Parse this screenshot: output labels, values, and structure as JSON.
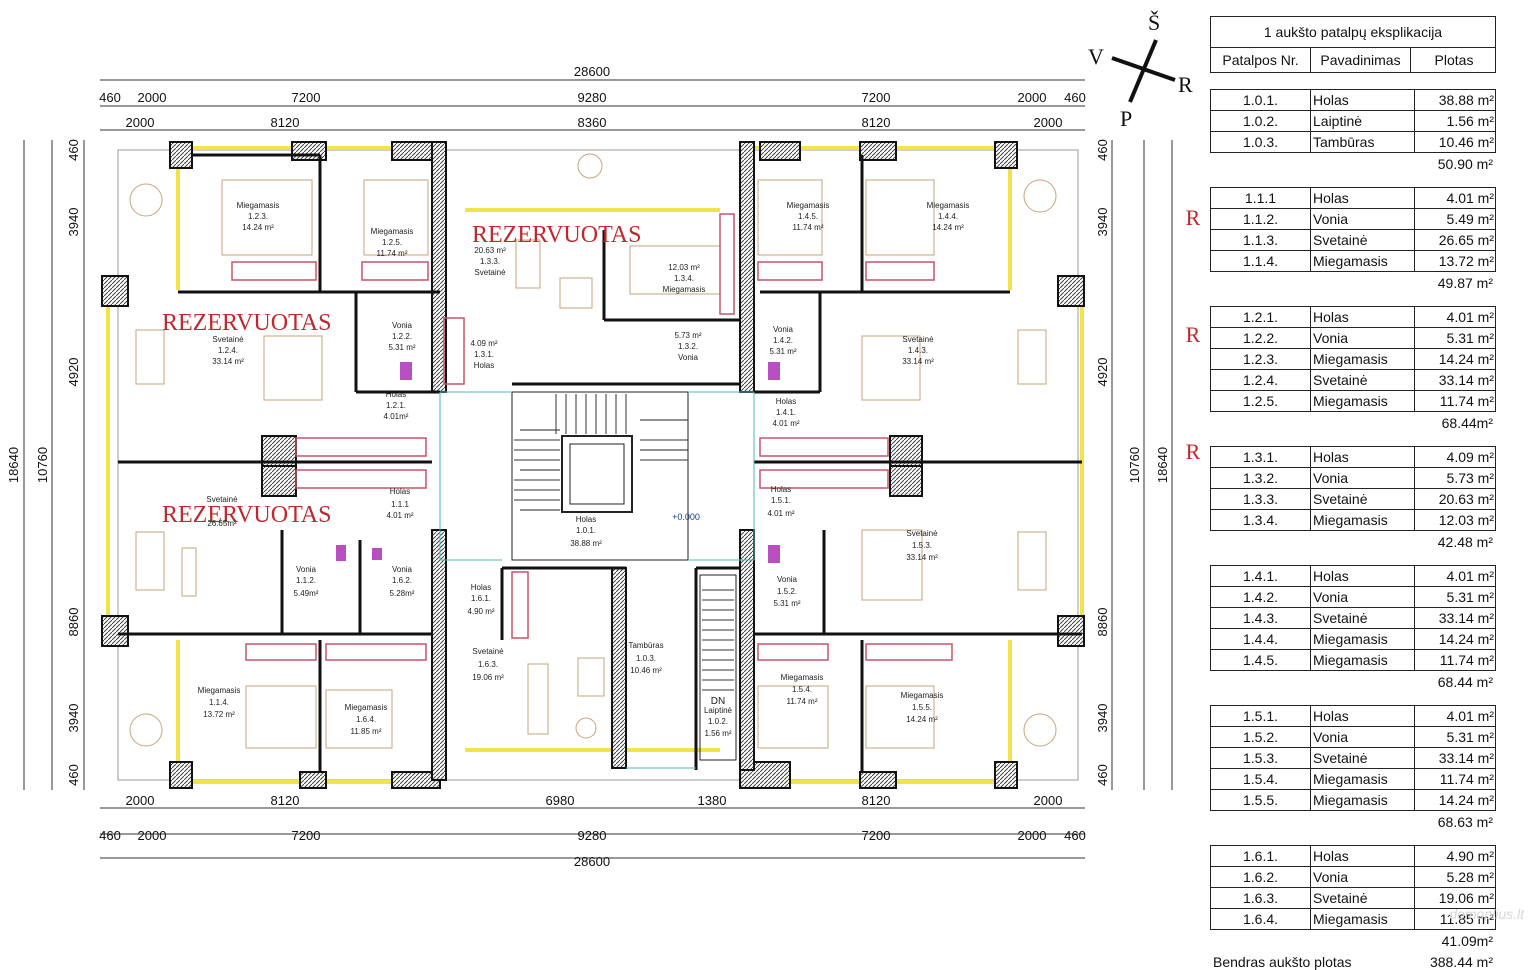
{
  "plan": {
    "dims_top_total": "28600",
    "dims_top_row1": [
      "460",
      "2000",
      "7200",
      "9280",
      "7200",
      "2000",
      "460"
    ],
    "dims_top_row2": [
      "2000",
      "8120",
      "8360",
      "8120",
      "2000"
    ],
    "dims_bottom_row1": [
      "2000",
      "8120",
      "6980",
      "1380",
      "8120",
      "2000"
    ],
    "dims_bottom_row2": [
      "460",
      "2000",
      "7200",
      "9280",
      "7200",
      "2000",
      "460"
    ],
    "dims_bottom_total": "28600",
    "dims_left_outer": "18640",
    "dims_left_mid": "10760",
    "dims_left_inner": [
      "460",
      "3940",
      "4920",
      "8860",
      "3940",
      "460"
    ],
    "dims_right_outer": "18640",
    "dims_right_mid": "10760",
    "dims_right_inner": [
      "460",
      "3940",
      "4920",
      "8860",
      "3940",
      "460"
    ],
    "reserved_label": "REZERVUOTAS",
    "level_mark": "+0.000",
    "stair_label": "DN",
    "compass": {
      "n": "Š",
      "w": "V",
      "e": "R",
      "s": "P"
    },
    "rooms": [
      {
        "name": "Miegamasis",
        "no": "1.2.3.",
        "area": "14.24 m²"
      },
      {
        "name": "Miegamasis",
        "no": "1.2.5.",
        "area": "11.74 m²"
      },
      {
        "name": "Svetainė",
        "no": "1.3.3.",
        "area": "20.63 m²"
      },
      {
        "name": "Miegamasis",
        "no": "1.3.4.",
        "area": "12.03 m²"
      },
      {
        "name": "Miegamasis",
        "no": "1.4.5.",
        "area": "11.74 m²"
      },
      {
        "name": "Miegamasis",
        "no": "1.4.4.",
        "area": "14.24 m²"
      },
      {
        "name": "Svetainė",
        "no": "1.2.4.",
        "area": "33.14 m²"
      },
      {
        "name": "Vonia",
        "no": "1.2.2.",
        "area": "5.31 m²"
      },
      {
        "name": "Holas",
        "no": "1.3.1.",
        "area": "4.09 m²"
      },
      {
        "name": "Vonia",
        "no": "1.3.2.",
        "area": "5.73 m²"
      },
      {
        "name": "Vonia",
        "no": "1.4.2.",
        "area": "5.31 m²"
      },
      {
        "name": "Svetainė",
        "no": "1.4.3.",
        "area": "33.14 m²"
      },
      {
        "name": "Holas",
        "no": "1.2.1.",
        "area": "4.01m²"
      },
      {
        "name": "Holas",
        "no": "1.4.1.",
        "area": "4.01 m²"
      },
      {
        "name": "Holas",
        "no": "1.1.1",
        "area": "4.01 m²"
      },
      {
        "name": "Holas",
        "no": "1.5.1.",
        "area": "4.01 m²"
      },
      {
        "name": "Svetainė",
        "no": "",
        "area": "26.65m²"
      },
      {
        "name": "Holas",
        "no": "1.0.1.",
        "area": "38.88 m²"
      },
      {
        "name": "Svetainė",
        "no": "1.5.3.",
        "area": "33.14 m²"
      },
      {
        "name": "Vonia",
        "no": "1.1.2.",
        "area": "5.49m²"
      },
      {
        "name": "Vonia",
        "no": "1.6.2.",
        "area": "5.28m²"
      },
      {
        "name": "Holas",
        "no": "1.6.1.",
        "area": "4.90 m²"
      },
      {
        "name": "Vonia",
        "no": "1.5.2.",
        "area": "5.31 m²"
      },
      {
        "name": "Svetainė",
        "no": "1.6.3.",
        "area": "19.06 m²"
      },
      {
        "name": "Tambūras",
        "no": "1.0.3.",
        "area": "10.46 m²"
      },
      {
        "name": "Miegamasis",
        "no": "1.1.4.",
        "area": "13.72 m²"
      },
      {
        "name": "Miegamasis",
        "no": "1.6.4.",
        "area": "11.85 m²"
      },
      {
        "name": "Laiptinė",
        "no": "1.0.2.",
        "area": "1.56 m²"
      },
      {
        "name": "Miegamasis",
        "no": "1.5.4.",
        "area": "11.74 m²"
      },
      {
        "name": "Miegamasis",
        "no": "1.5.5.",
        "area": "14.24 m²"
      }
    ],
    "r_marks": [
      "R",
      "R",
      "R"
    ]
  },
  "explication": {
    "title": "1 aukšto patalpų eksplikacija",
    "headers": [
      "Patalpos Nr.",
      "Pavadinimas",
      "Plotas"
    ],
    "groups": [
      {
        "rows": [
          [
            "1.0.1.",
            "Holas",
            "38.88 m²"
          ],
          [
            "1.0.2.",
            "Laiptinė",
            "1.56 m²"
          ],
          [
            "1.0.3.",
            "Tambūras",
            "10.46 m²"
          ]
        ],
        "subtotal": "50.90 m²"
      },
      {
        "rows": [
          [
            "1.1.1",
            "Holas",
            "4.01 m²"
          ],
          [
            "1.1.2.",
            "Vonia",
            "5.49 m²"
          ],
          [
            "1.1.3.",
            "Svetainė",
            "26.65 m²"
          ],
          [
            "1.1.4.",
            "Miegamasis",
            "13.72 m²"
          ]
        ],
        "subtotal": "49.87 m²"
      },
      {
        "rows": [
          [
            "1.2.1.",
            "Holas",
            "4.01 m²"
          ],
          [
            "1.2.2.",
            "Vonia",
            "5.31 m²"
          ],
          [
            "1.2.3.",
            "Miegamasis",
            "14.24 m²"
          ],
          [
            "1.2.4.",
            "Svetainė",
            "33.14 m²"
          ],
          [
            "1.2.5.",
            "Miegamasis",
            "11.74 m²"
          ]
        ],
        "subtotal": "68.44m²"
      },
      {
        "rows": [
          [
            "1.3.1.",
            "Holas",
            "4.09 m²"
          ],
          [
            "1.3.2.",
            "Vonia",
            "5.73 m²"
          ],
          [
            "1.3.3.",
            "Svetainė",
            "20.63 m²"
          ],
          [
            "1.3.4.",
            "Miegamasis",
            "12.03 m²"
          ]
        ],
        "subtotal": "42.48 m²"
      },
      {
        "rows": [
          [
            "1.4.1.",
            "Holas",
            "4.01 m²"
          ],
          [
            "1.4.2.",
            "Vonia",
            "5.31 m²"
          ],
          [
            "1.4.3.",
            "Svetainė",
            "33.14 m²"
          ],
          [
            "1.4.4.",
            "Miegamasis",
            "14.24 m²"
          ],
          [
            "1.4.5.",
            "Miegamasis",
            "11.74 m²"
          ]
        ],
        "subtotal": "68.44 m²"
      },
      {
        "rows": [
          [
            "1.5.1.",
            "Holas",
            "4.01 m²"
          ],
          [
            "1.5.2.",
            "Vonia",
            "5.31 m²"
          ],
          [
            "1.5.3.",
            "Svetainė",
            "33.14 m²"
          ],
          [
            "1.5.4.",
            "Miegamasis",
            "11.74 m²"
          ],
          [
            "1.5.5.",
            "Miegamasis",
            "14.24 m²"
          ]
        ],
        "subtotal": "68.63 m²"
      },
      {
        "rows": [
          [
            "1.6.1.",
            "Holas",
            "4.90 m²"
          ],
          [
            "1.6.2.",
            "Vonia",
            "5.28 m²"
          ],
          [
            "1.6.3.",
            "Svetainė",
            "19.06 m²"
          ],
          [
            "1.6.4.",
            "Miegamasis",
            "11.85 m²"
          ]
        ],
        "subtotal": "41.09m²"
      }
    ],
    "total_label": "Bendras aukšto plotas",
    "total_value": "388.44 m²"
  },
  "watermark": "domoplius.lt"
}
